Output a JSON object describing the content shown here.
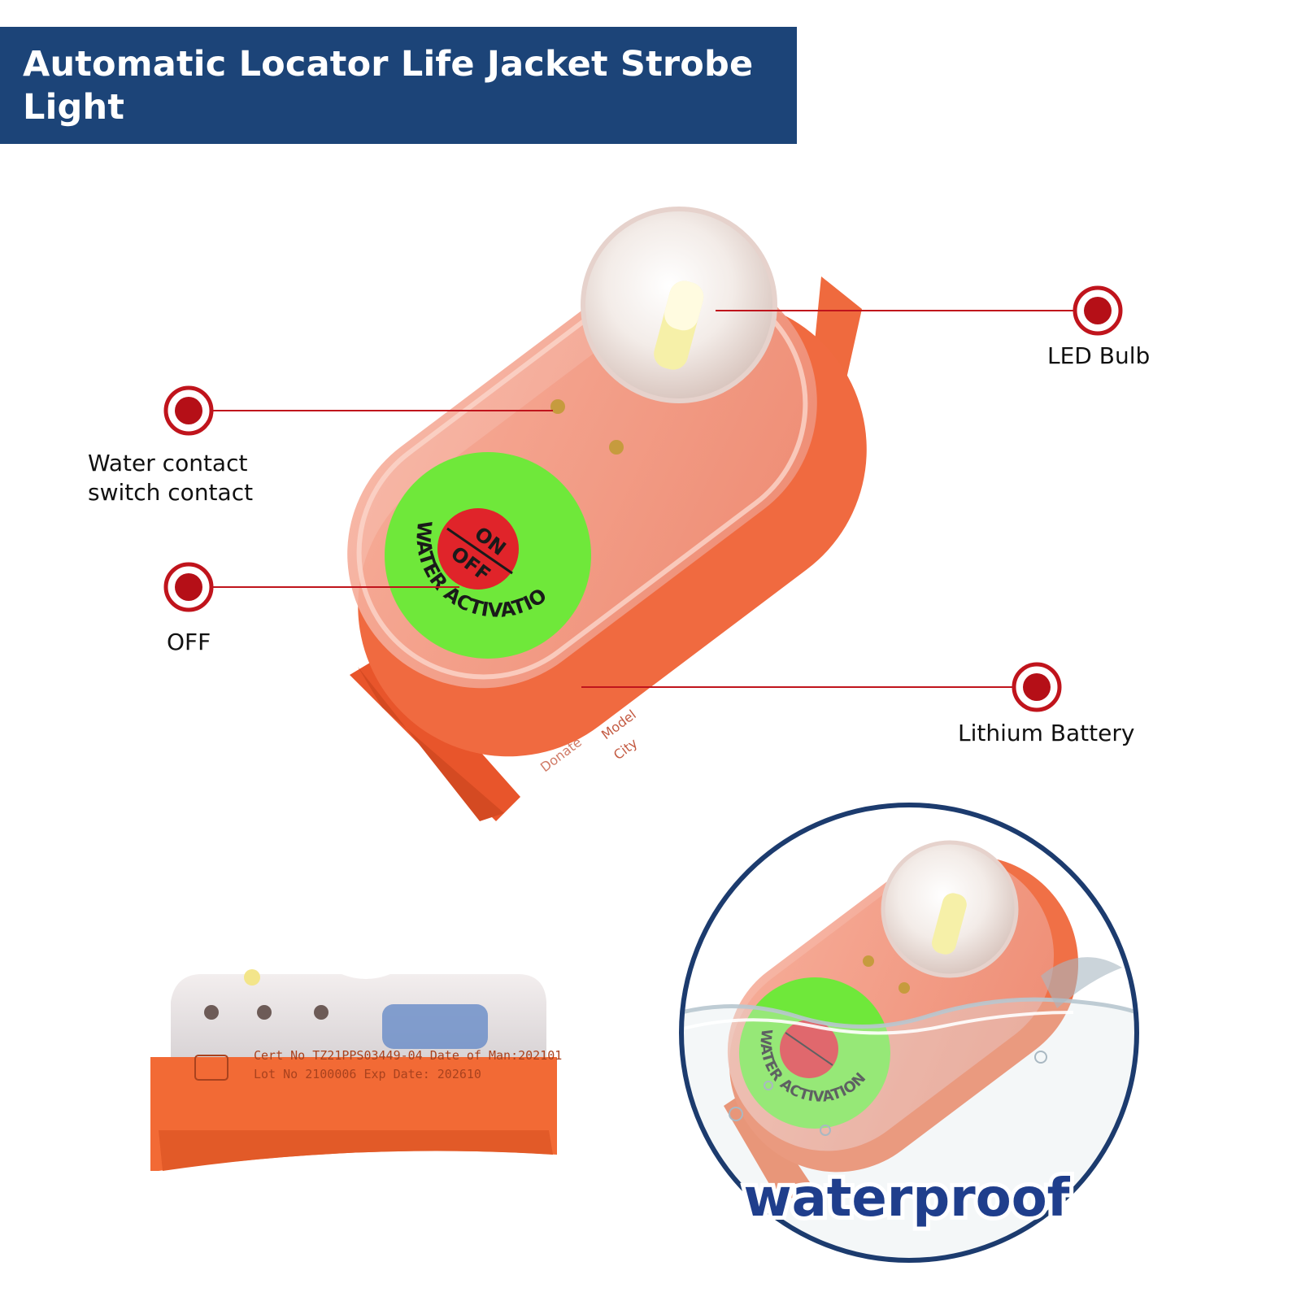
{
  "header": {
    "title": "Automatic Locator Life Jacket Strobe Light"
  },
  "callouts": {
    "led_bulb": "LED Bulb",
    "water_contact_line1": "Water contact",
    "water_contact_line2": "switch contact",
    "off": "OFF",
    "lithium_battery": "Lithium Battery"
  },
  "device": {
    "sticker_on": "ON",
    "sticker_off": "OFF",
    "sticker_ring": "WATER ACTIVATION",
    "model_text": "Model",
    "city_text": "City",
    "donate_text": "Donate"
  },
  "side_view": {
    "label_line1": "Cert No TZ21PPS03449-04   Date of Man:202101",
    "label_line2": "Lot No 2100006              Exp Date: 202610"
  },
  "badge": {
    "text": "waterproof"
  },
  "colors": {
    "header_bg": "#1c4478",
    "marker_red": "#c0141c",
    "housing_orange": "#f2643d",
    "sticker_green": "#6fe83a",
    "sticker_red": "#e0242a",
    "circle_border": "#1c3b6e"
  }
}
